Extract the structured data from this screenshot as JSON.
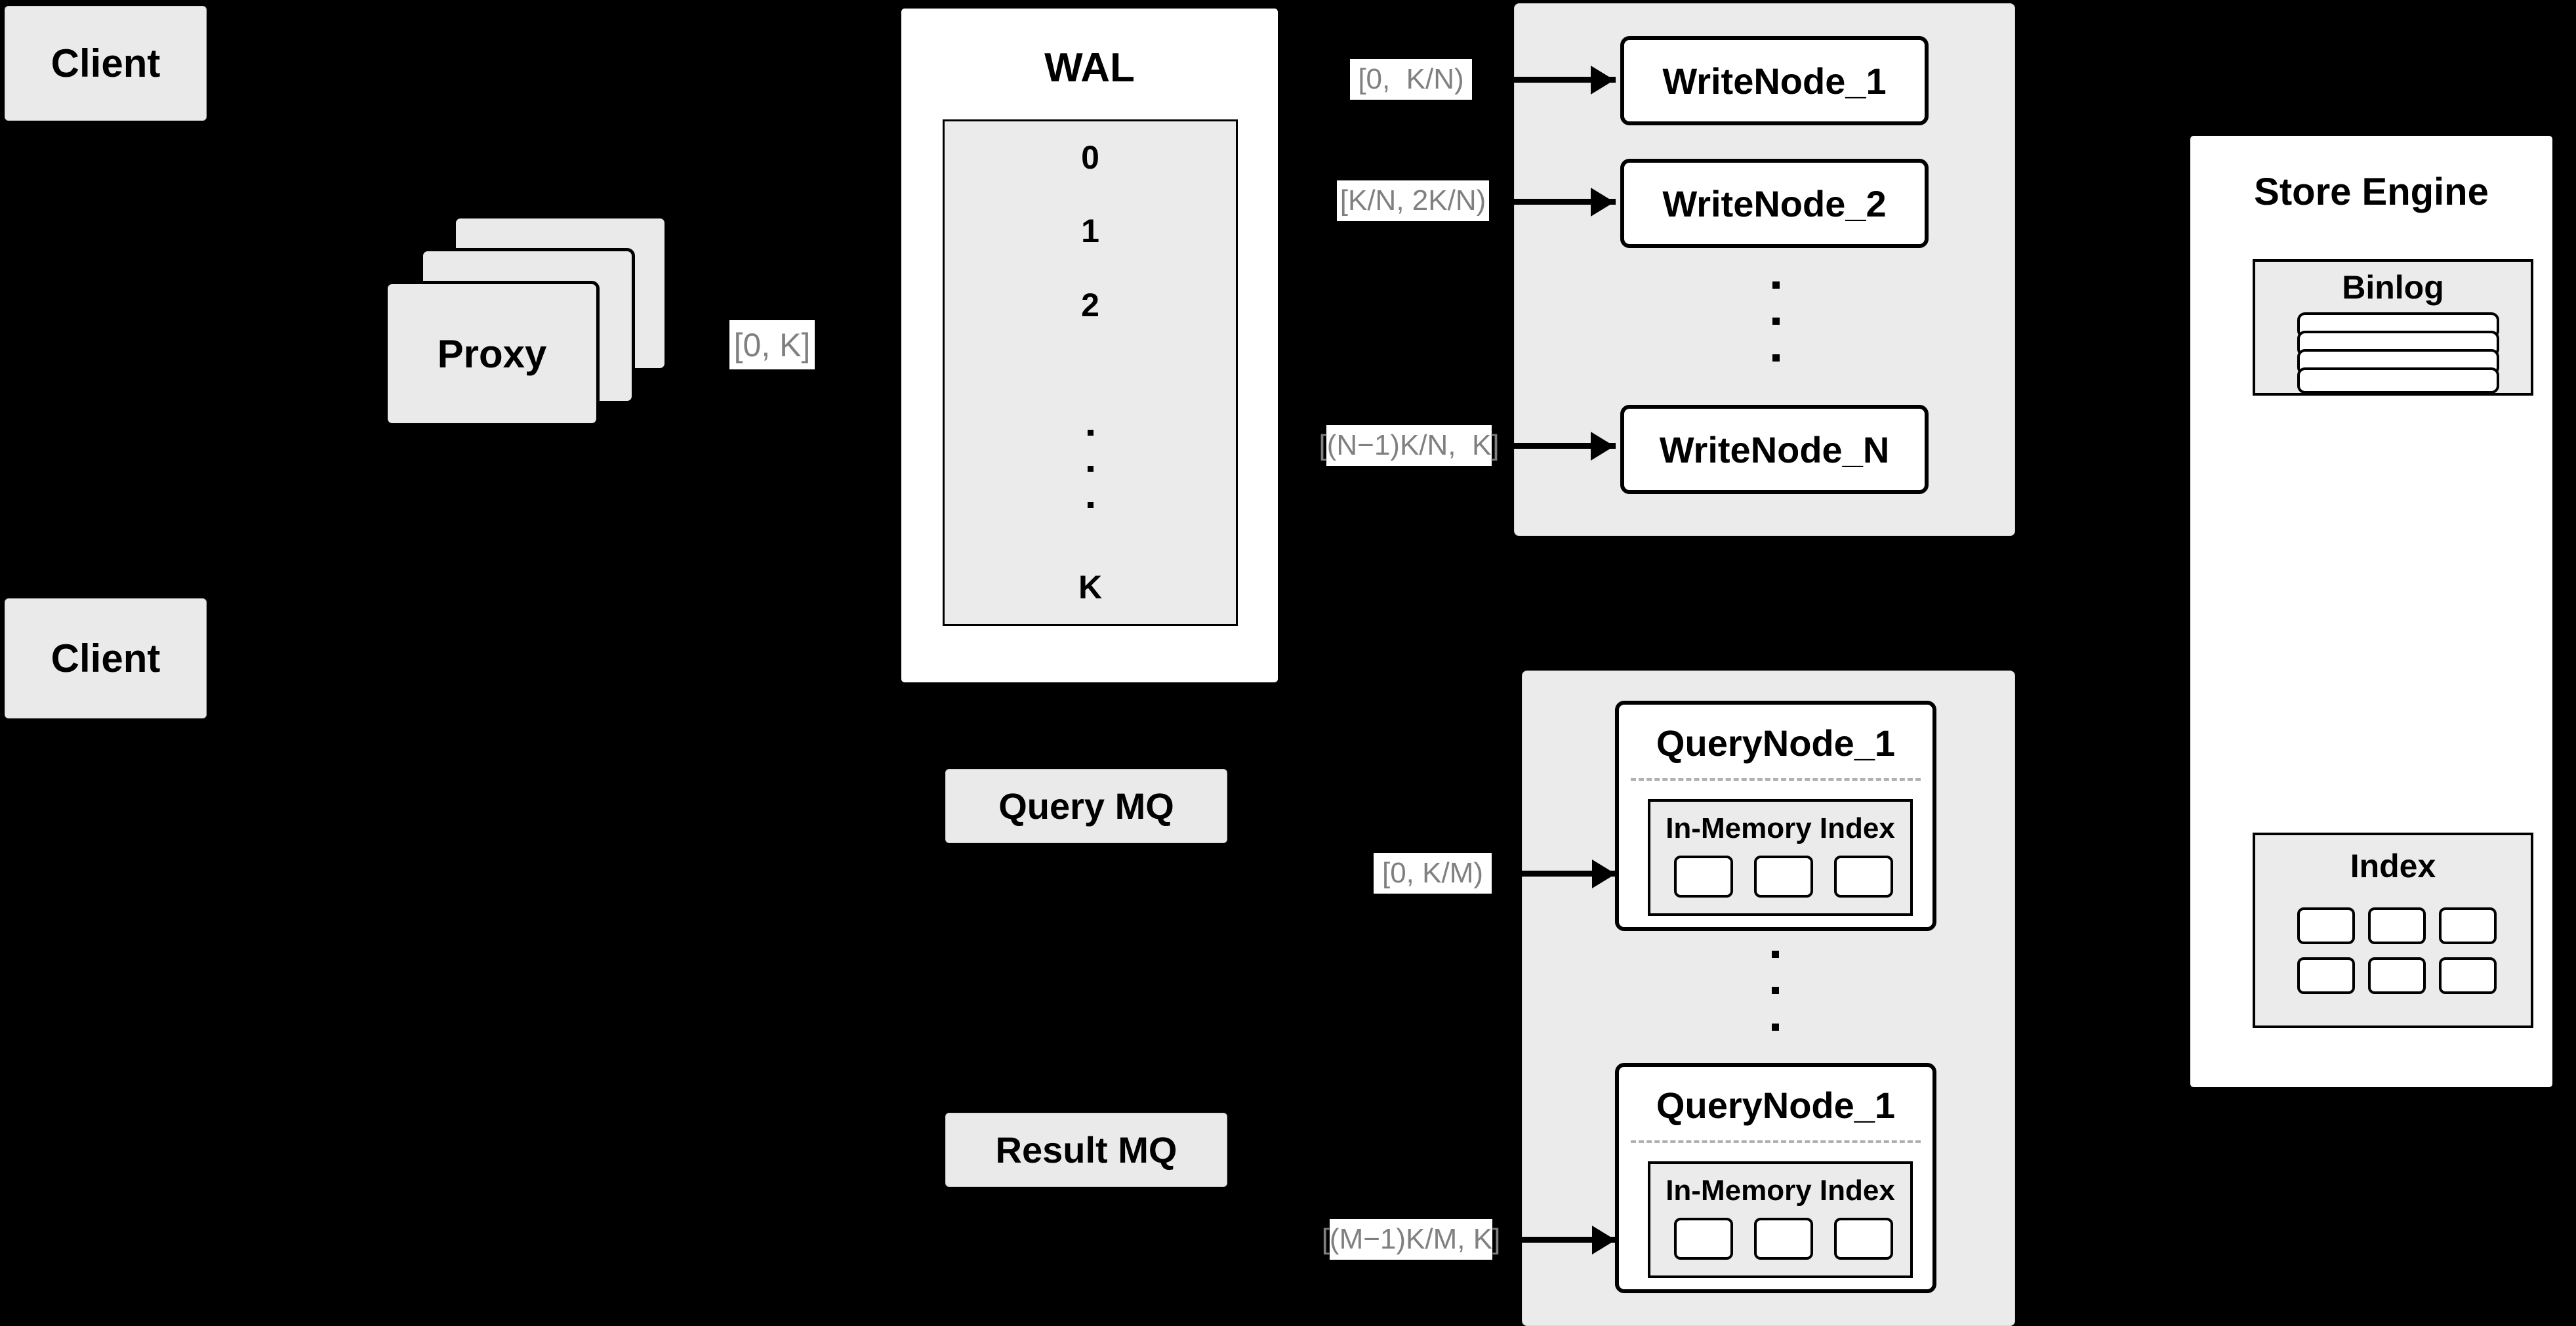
{
  "diagram": {
    "title": "Distributed Write/Query Architecture",
    "background_color": "#000000",
    "node_fill": "#eaeaea",
    "panel_fill": "#ebebeb",
    "white_fill": "#ffffff",
    "stroke_color": "#000000",
    "label_text_color": "#808080"
  },
  "clients": [
    {
      "label": "Client"
    },
    {
      "label": "Client"
    }
  ],
  "proxy": {
    "label": "Proxy",
    "stack_count": 3
  },
  "wal": {
    "title": "WAL",
    "rows": [
      {
        "label": "0"
      },
      {
        "label": "1"
      },
      {
        "label": "2"
      },
      {
        "label": ""
      },
      {
        "label": "K"
      }
    ],
    "ellipsis_dots": 3
  },
  "mq": {
    "query": {
      "label": "Query MQ"
    },
    "result": {
      "label": "Result MQ"
    }
  },
  "write_cluster": {
    "nodes": [
      {
        "label": "WriteNode_1"
      },
      {
        "label": "WriteNode_2"
      },
      {
        "label": "WriteNode_N"
      }
    ],
    "ellipsis_dots": 3
  },
  "query_cluster": {
    "nodes": [
      {
        "label": "QueryNode_1",
        "index_title": "In-Memory Index",
        "index_chips": 3
      },
      {
        "label": "QueryNode_1",
        "index_title": "In-Memory Index",
        "index_chips": 3
      }
    ],
    "ellipsis_dots": 3
  },
  "store_engine": {
    "title": "Store Engine",
    "binlog": {
      "title": "Binlog",
      "rows": 4
    },
    "index": {
      "title": "Index",
      "chips": 6
    }
  },
  "edge_labels": {
    "proxy_to_wal": "[0, K]",
    "write_1": "[0,  K/N)",
    "write_2": "[K/N, 2K/N)",
    "write_n": "[(N−1)K/N,  K]",
    "query_1": "[0, K/M)",
    "query_m": "[(M−1)K/M, K]"
  }
}
